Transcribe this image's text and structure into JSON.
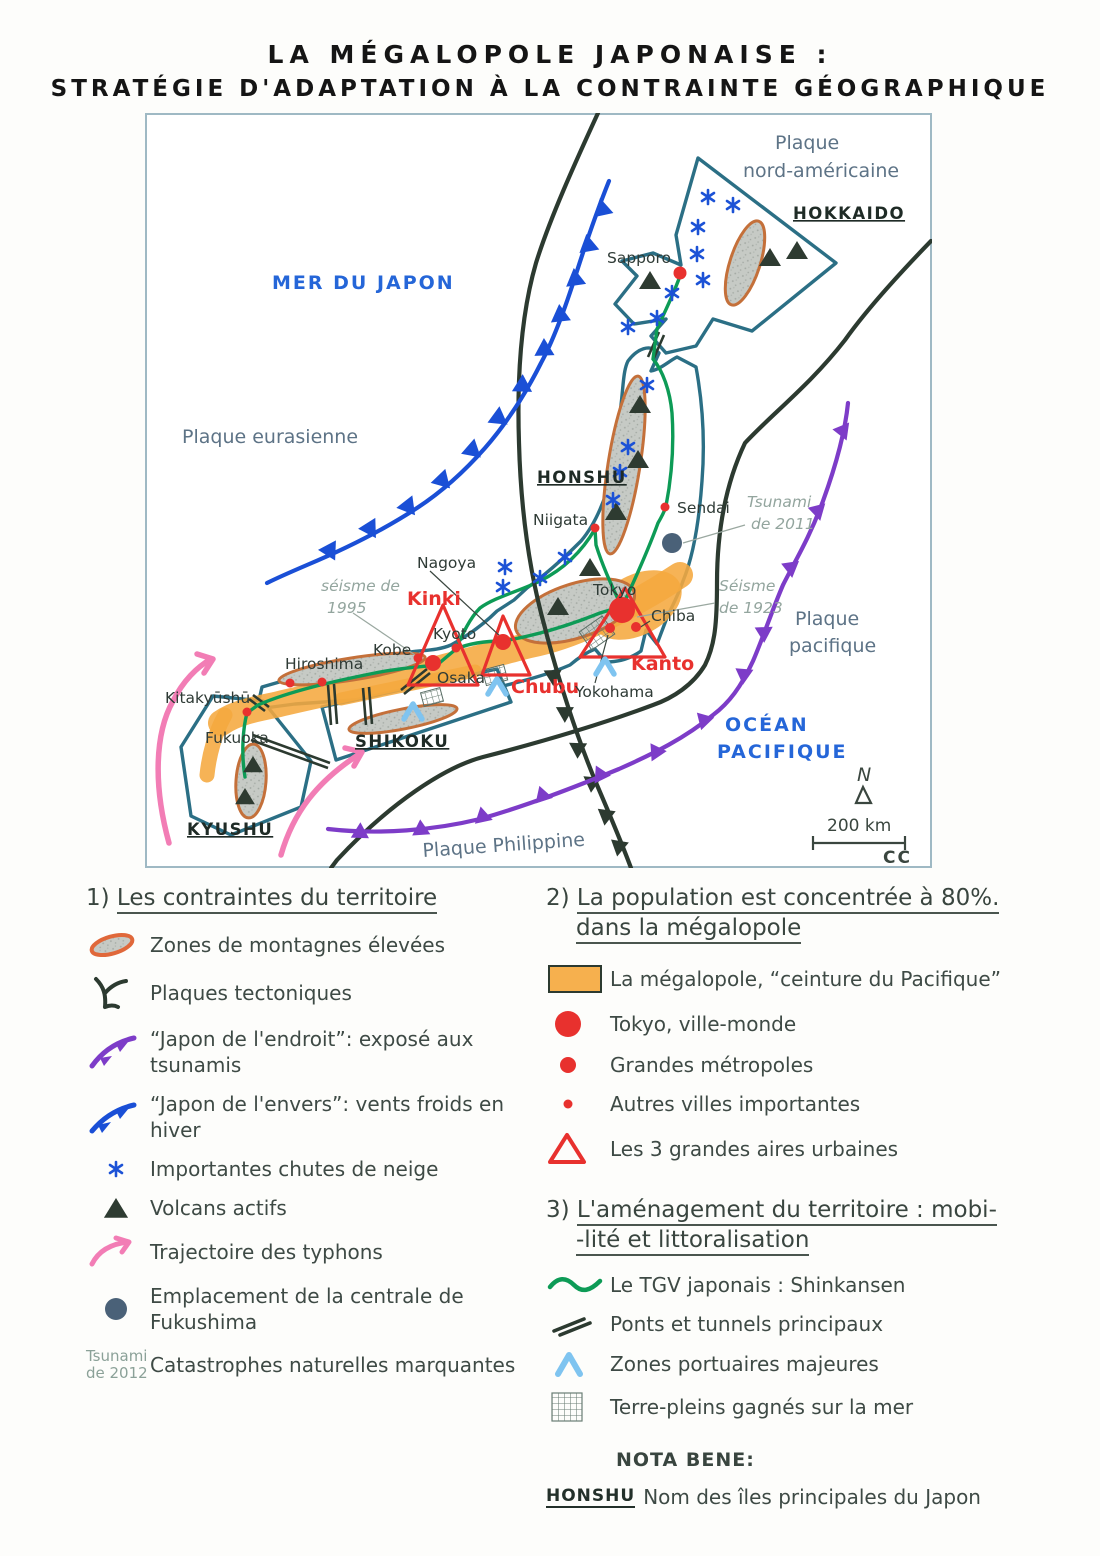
{
  "title": {
    "line1": "LA MÉGALOPOLE JAPONAISE :",
    "line2": "STRATÉGIE D'ADAPTATION À LA CONTRAINTE GÉOGRAPHIQUE"
  },
  "map": {
    "seas": {
      "japan": "MER DU JAPON",
      "pacific1": "OCÉAN",
      "pacific2": "PACIFIQUE"
    },
    "plates": {
      "na1": "Plaque",
      "na2": "nord-américaine",
      "eurasian": "Plaque eurasienne",
      "pac1": "Plaque",
      "pac2": "pacifique",
      "philippine": "Plaque Philippine"
    },
    "islands": {
      "hokkaido": "HOKKAIDO",
      "honshu": "HONSHU",
      "shikoku": "SHIKOKU",
      "kyushu": "KYUSHU"
    },
    "cities": {
      "sapporo": "Sapporo",
      "niigata": "Niigata",
      "sendai": "Sendai",
      "tokyo": "Tokyo",
      "chiba": "Chiba",
      "yokohama": "Yokohama",
      "nagoya": "Nagoya",
      "kyoto": "Kyoto",
      "kobe": "Kobe",
      "osaka": "Osaka",
      "hiroshima": "Hiroshima",
      "kitakyushu": "Kitakyūshū",
      "fukuoka": "Fukuoka"
    },
    "urban_areas": {
      "kinki": "Kinki",
      "chubu": "Chubu",
      "kanto": "Kanto"
    },
    "annotations": {
      "tsunami2011_1": "Tsunami",
      "tsunami2011_2": "de 2011",
      "seisme1923_1": "Séisme",
      "seisme1923_2": "de 1923",
      "seisme1995_1": "séisme de",
      "seisme1995_2": "1995"
    },
    "compass_n": "N",
    "scale_label": "200 km",
    "credit": "CC"
  },
  "legend": {
    "section1": {
      "num": "1)",
      "title": "Les contraintes du territoire",
      "items": [
        {
          "label": "Zones de montagnes élevées"
        },
        {
          "label": "Plaques tectoniques"
        },
        {
          "label": "“Japon de l'endroit”: exposé aux tsunamis"
        },
        {
          "label": "“Japon de l'envers”: vents froids en hiver"
        },
        {
          "label": "Importantes chutes de neige"
        },
        {
          "label": "Volcans actifs"
        },
        {
          "label": "Trajectoire des typhons"
        },
        {
          "label": "Emplacement de la centrale de Fukushima"
        },
        {
          "label": "Catastrophes naturelles marquantes",
          "sample1": "Tsunami",
          "sample2": "de 2012"
        }
      ]
    },
    "section2": {
      "num": "2)",
      "title1": "La population est concentrée à 80%.",
      "title2": "dans la mégalopole",
      "items": [
        {
          "label": "La mégalopole, “ceinture du Pacifique”"
        },
        {
          "label": "Tokyo, ville-monde"
        },
        {
          "label": "Grandes métropoles"
        },
        {
          "label": "Autres villes importantes"
        },
        {
          "label": "Les 3 grandes aires urbaines"
        }
      ]
    },
    "section3": {
      "num": "3)",
      "title1": "L'aménagement du territoire : mobi-",
      "title2": "-lité et littoralisation",
      "items": [
        {
          "label": "Le TGV japonais : Shinkansen"
        },
        {
          "label": "Ponts et tunnels principaux"
        },
        {
          "label": "Zones portuaires majeures"
        },
        {
          "label": "Terre-pleins gagnés sur la mer"
        }
      ]
    },
    "nota": {
      "heading": "NOTA BENE:",
      "key": "HONSHU",
      "text": "Nom des îles principales du Japon"
    }
  },
  "colors": {
    "accent_red": "#e8312e",
    "megalopolis_orange": "#f5a93f",
    "shinkansen_green": "#0d9b56",
    "tsunami_purple": "#7d3cc8",
    "cold_front_blue": "#1a4fd6",
    "sea_label_blue": "#2566d8",
    "plate_label_slate": "#5d7386",
    "island_outline_teal": "#2b6f85",
    "typhoon_pink": "#f27db5",
    "fukushima_slate": "#4a6178"
  }
}
